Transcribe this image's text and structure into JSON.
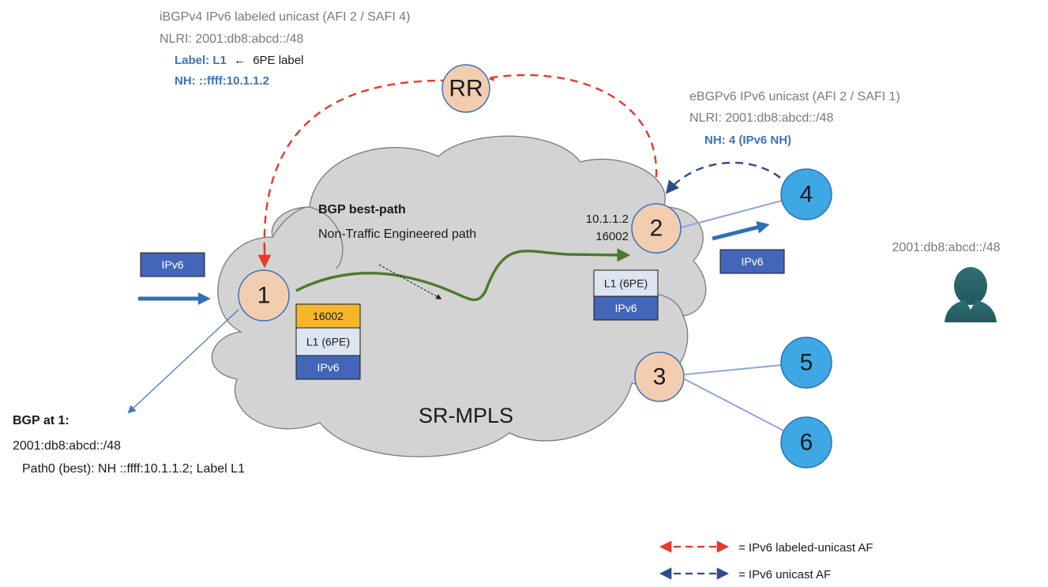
{
  "colors": {
    "labeled_unicast": "#e8382a",
    "unicast": "#2e4d8a",
    "te_path": "#4e7a2c",
    "pe_node": "#f3cdb0",
    "ce_node": "#3ea8e5",
    "ipv6_box": "#4466b8",
    "label_box": "#dde5f2",
    "sid_box": "#f5b62a",
    "cloud": "#d3d3d3",
    "arrow_blue": "#2f6fb8"
  },
  "top_annotation": {
    "line1": "iBGPv4 IPv6 labeled unicast (AFI 2 / SAFI 4)",
    "line2": "NLRI: 2001:db8:abcd::/48",
    "label_key": "Label: L1",
    "label_arrow": "←",
    "label_note": "6PE label",
    "nh": "NH: ::ffff:10.1.1.2"
  },
  "right_annotation": {
    "line1": "eBGPv6 IPv6 unicast (AFI 2 / SAFI 1)",
    "line2": "NLRI: 2001:db8:abcd::/48",
    "nh": "NH: 4 (IPv6 NH)"
  },
  "nodes": {
    "rr": "RR",
    "n1": "1",
    "n2": "2",
    "n3": "3",
    "n4": "4",
    "n5": "5",
    "n6": "6"
  },
  "cloud_label": "SR-MPLS",
  "best_path": {
    "title": "BGP best-path",
    "subtitle": "Non-Traffic Engineered path"
  },
  "node2_info": {
    "address": "10.1.1.2",
    "sid": "16002"
  },
  "packets": {
    "ingress": "IPv6",
    "stack_at_1": [
      "16002",
      "L1 (6PE)",
      "IPv6"
    ],
    "stack_at_2": [
      "L1 (6PE)",
      "IPv6"
    ],
    "egress": "IPv6"
  },
  "prefix": "2001:db8:abcd::/48",
  "bgp_at_1": {
    "title": "BGP at 1:",
    "prefix": "2001:db8:abcd::/48",
    "path": "Path0 (best): NH ::ffff:10.1.1.2; Label L1"
  },
  "legend": [
    {
      "text": "= IPv6 labeled-unicast AF",
      "color": "#e8382a"
    },
    {
      "text": "= IPv6 unicast AF",
      "color": "#2e4d8a"
    }
  ]
}
